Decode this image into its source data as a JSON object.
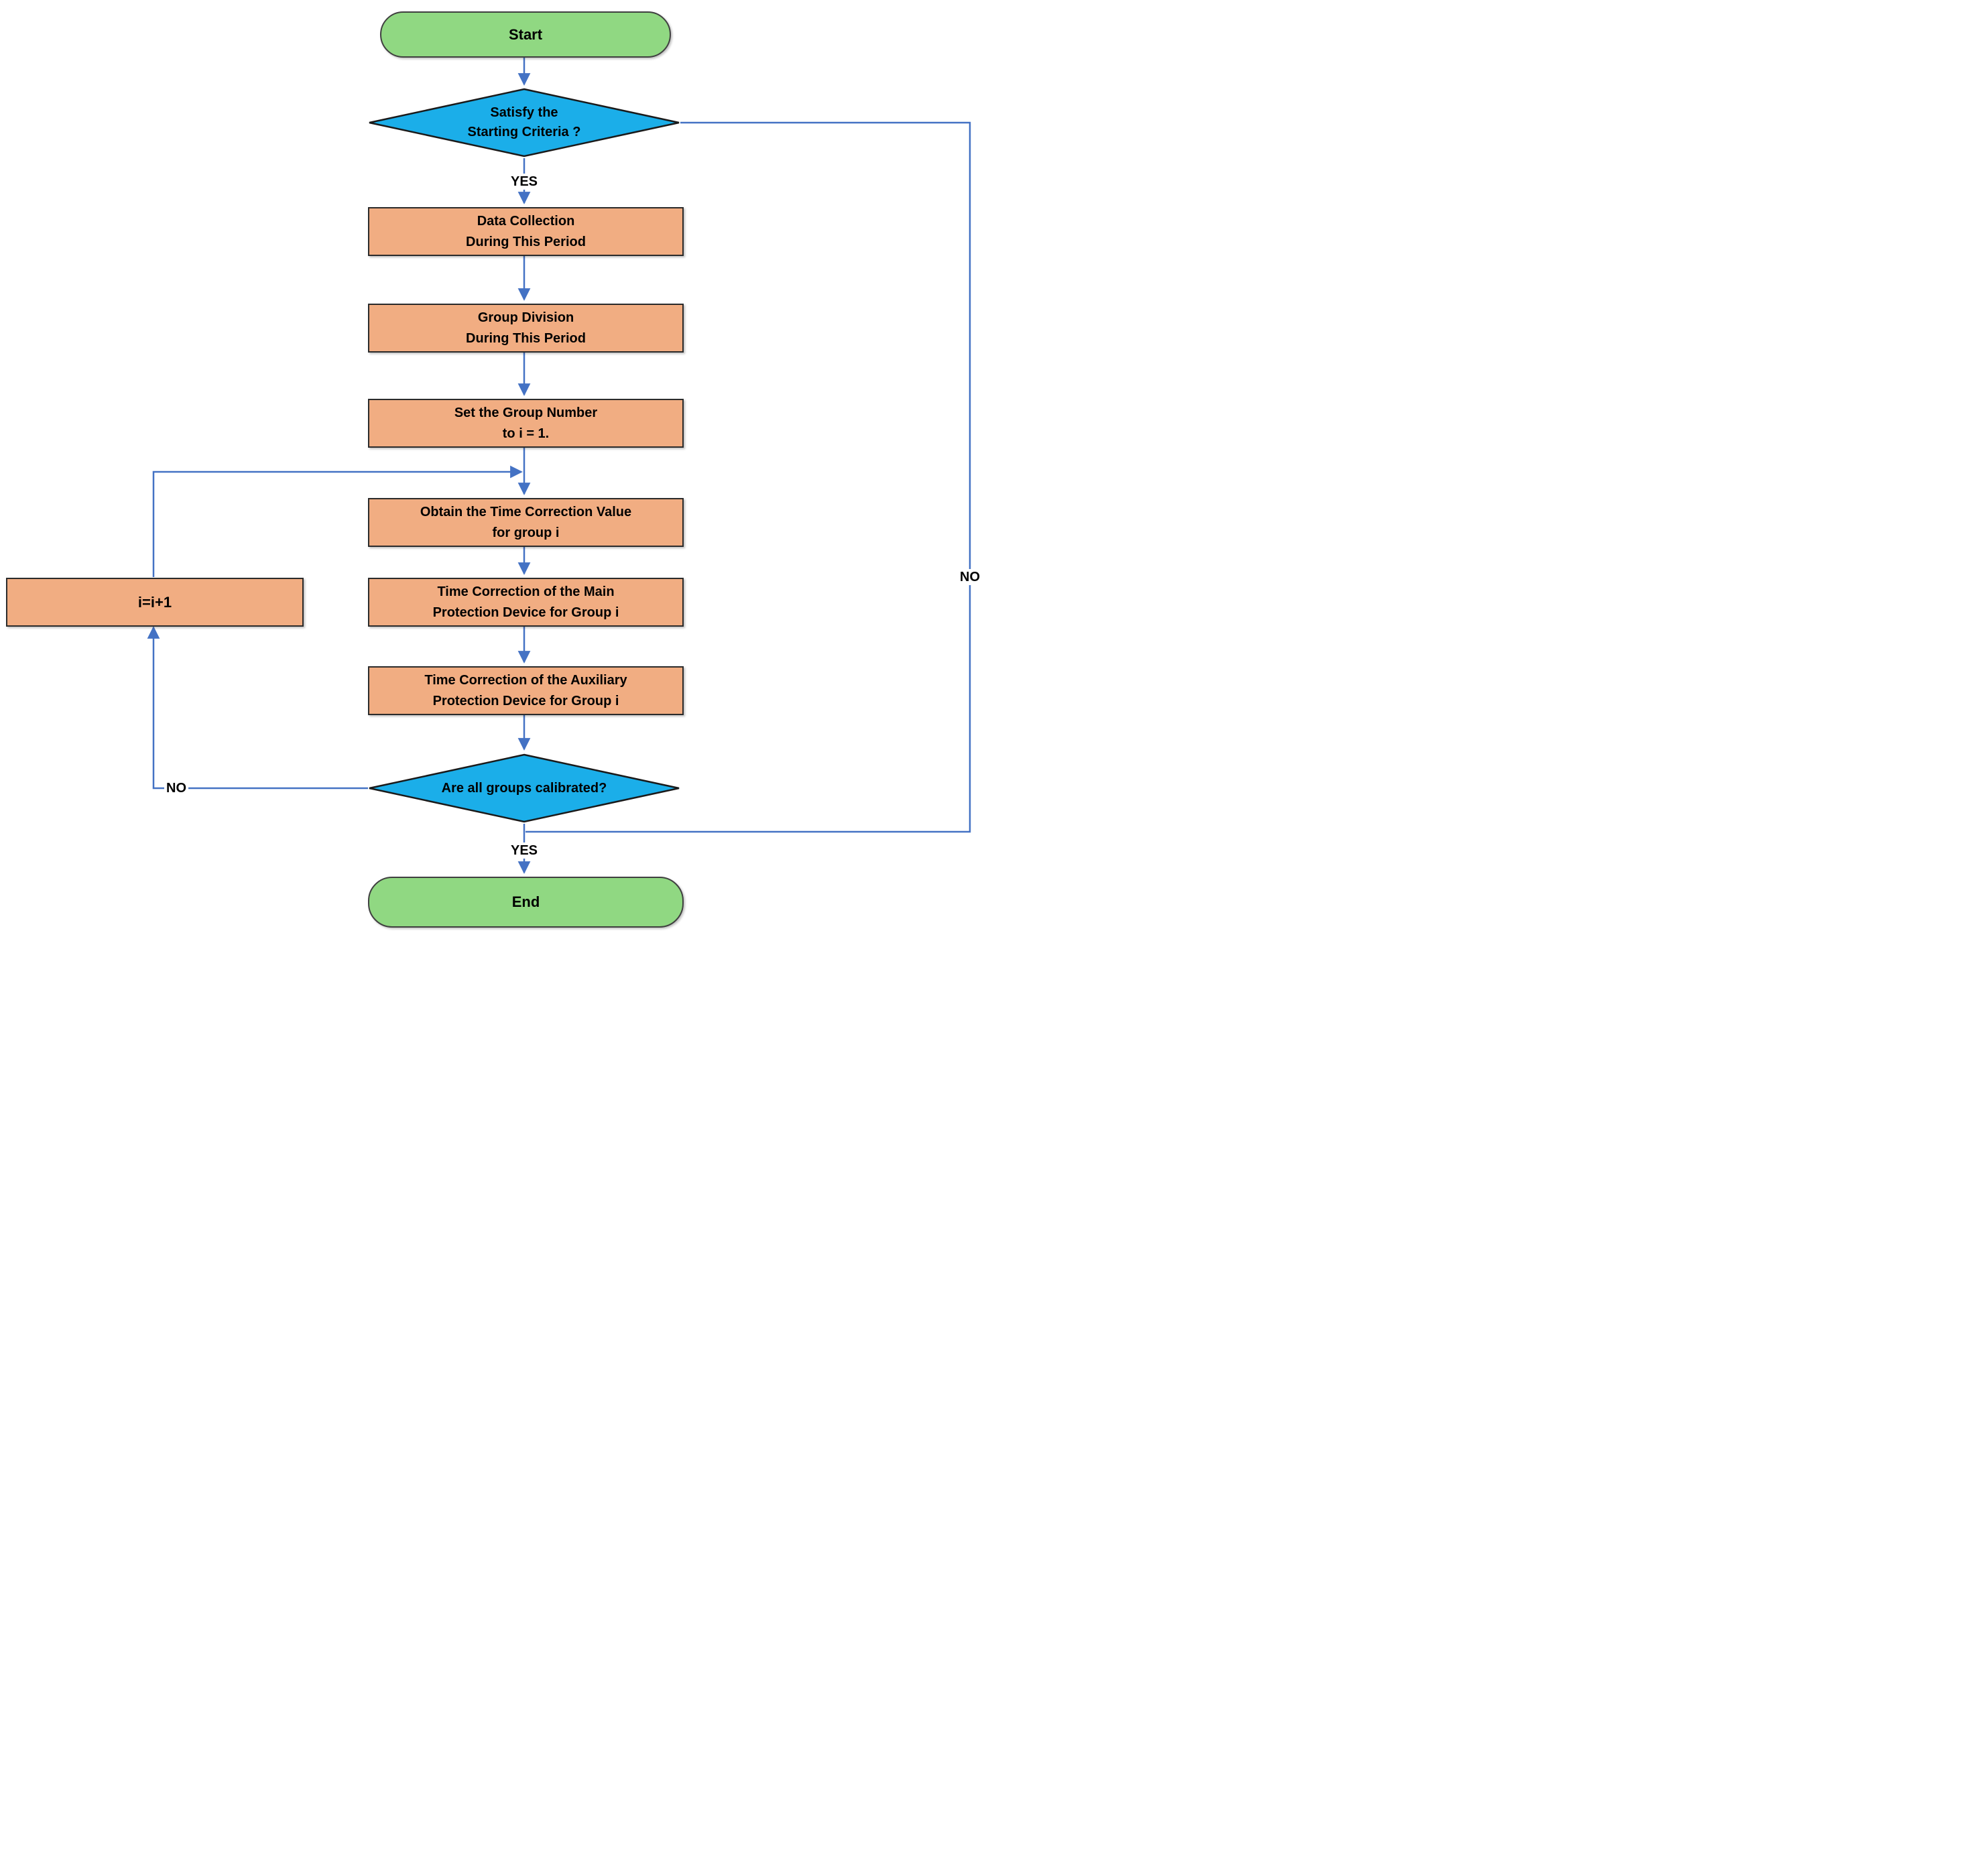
{
  "nodes": {
    "start": {
      "label": "Start"
    },
    "satisfy_criteria": {
      "line1": "Satisfy the",
      "line2": "Starting Criteria ?"
    },
    "data_collection": {
      "line1": "Data Collection",
      "line2": "During This Period"
    },
    "group_division": {
      "line1": "Group Division",
      "line2": "During This Period"
    },
    "set_group_number": {
      "line1": "Set the Group Number",
      "line2": "to i = 1."
    },
    "obtain_time_correction": {
      "line1": "Obtain the Time Correction Value",
      "line2": "for group i"
    },
    "main_time_correction": {
      "line1": "Time Correction of the Main",
      "line2": "Protection Device for Group i"
    },
    "aux_time_correction": {
      "line1": "Time Correction of the Auxiliary",
      "line2": "Protection Device for Group i"
    },
    "increment": {
      "label": "i=i+1"
    },
    "all_calibrated": {
      "label": "Are all groups calibrated?"
    },
    "end": {
      "label": "End"
    }
  },
  "edge_labels": {
    "satisfy_yes": "YES",
    "satisfy_no": "NO",
    "calibrated_yes": "YES",
    "calibrated_no": "NO"
  },
  "colors": {
    "terminal_fill": "#90D882",
    "terminal_border": "#404040",
    "decision_fill": "#1BAEE9",
    "decision_border": "#1A1A1A",
    "process_fill": "#F1AD82",
    "process_border": "#2B2B2B",
    "connector": "#4472C4",
    "text": "#000000",
    "background": "#FFFFFF"
  }
}
